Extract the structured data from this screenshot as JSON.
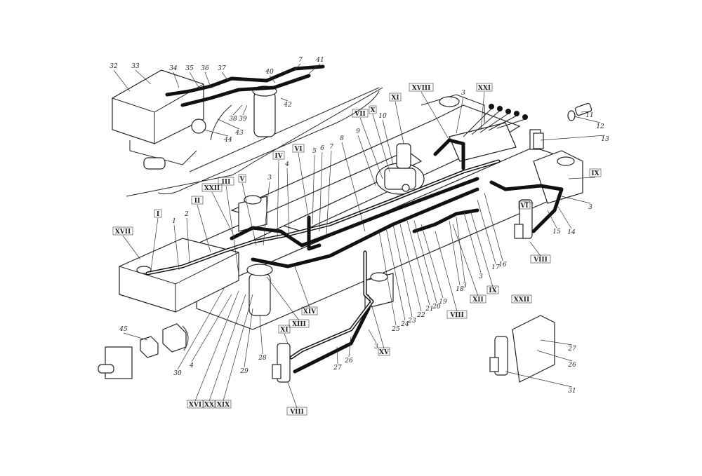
{
  "diagram": {
    "type": "hydraulic system exploded view",
    "labels": [
      "32",
      "33",
      "34",
      "35",
      "36",
      "37",
      "7",
      "41",
      "40",
      "42",
      "38",
      "39",
      "43",
      "44",
      "XVIII",
      "XXI",
      "3",
      "11",
      "12",
      "13",
      "XI",
      "X",
      "VII",
      "10",
      "9",
      "8",
      "IX",
      "3",
      "VI",
      "15",
      "14",
      "VIII",
      "IV",
      "VI",
      "5",
      "6",
      "7",
      "4",
      "3",
      "V",
      "III",
      "XXII",
      "II",
      "2",
      "1",
      "I",
      "XVII",
      "17",
      "16",
      "3",
      "IX",
      "18",
      "3",
      "XII",
      "VIII",
      "19",
      "20",
      "21",
      "22",
      "23",
      "24",
      "25",
      "XXII",
      "27",
      "26",
      "31",
      "XV",
      "3",
      "26",
      "27",
      "XI",
      "VIII",
      "28",
      "29",
      "30",
      "4",
      "XVI",
      "XX",
      "XIX",
      "XIII",
      "XIV",
      "45"
    ]
  },
  "colors": {
    "line": "#111111",
    "background": "#ffffff"
  }
}
